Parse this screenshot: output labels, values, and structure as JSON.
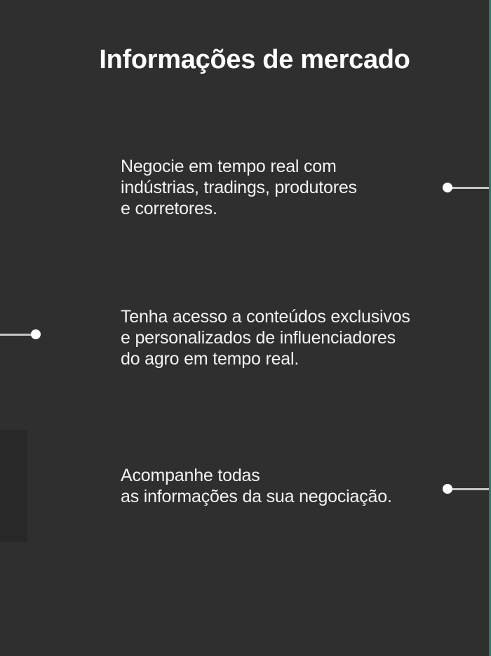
{
  "title": "Informações de mercado",
  "features": [
    {
      "name": "negociacao-tempo-real",
      "lines": [
        "Negocie em tempo real com",
        "indústrias, tradings, produtores",
        "e corretores."
      ],
      "connector_side": "right"
    },
    {
      "name": "conteudos-exclusivos",
      "lines": [
        "Tenha acesso a conteúdos exclusivos",
        "e personalizados de influenciadores",
        "do agro em tempo real."
      ],
      "connector_side": "left"
    },
    {
      "name": "acompanhamento-negociacao",
      "lines": [
        "Acompanhe todas",
        "as informações da sua negociação."
      ],
      "connector_side": "right"
    }
  ],
  "icons": [
    "connector-dot-right-1",
    "connector-dot-left-2",
    "connector-dot-right-3"
  ],
  "colors": {
    "background": "#2f2f2f",
    "title_text": "#ffffff",
    "body_text": "#f3f3f3",
    "connector_line": "#c6c6c6",
    "connector_dot": "#ffffff",
    "accent_teal_bar": "#1a8170",
    "side_panel": "#282828"
  }
}
